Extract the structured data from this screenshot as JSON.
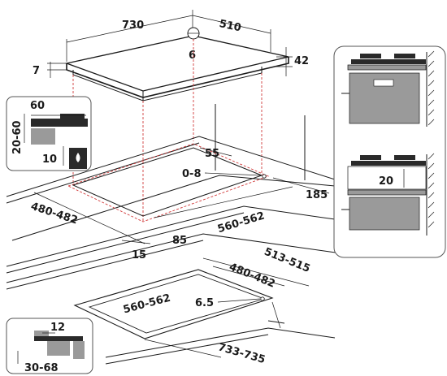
{
  "colors": {
    "line": "#1a1a1a",
    "cutout_dash": "#d23a3a",
    "panel_border": "#555555",
    "grey_fill": "#9a9a9a",
    "dark_fill": "#2a2a2a"
  },
  "hob": {
    "width": "730",
    "depth": "510",
    "thickness": "7",
    "height": "42",
    "center_mark": "6"
  },
  "worktop_cutout": {
    "depth": "480-482",
    "width": "560-562",
    "back_clearance": "55",
    "gap": "0-8",
    "side_clearance": "185",
    "front_min": "85",
    "edge": "15"
  },
  "detail_top_left": {
    "width": "60",
    "height": "20-60",
    "clearance": "10"
  },
  "flush_cutout": {
    "outer_depth": "513-515",
    "inner_depth": "480-482",
    "inner_width": "560-562",
    "rebate": "6.5",
    "outer_width": "733-735"
  },
  "detail_bottom_left": {
    "depth": "12",
    "height": "30-68"
  },
  "detail_right": {
    "clearance": "20"
  }
}
